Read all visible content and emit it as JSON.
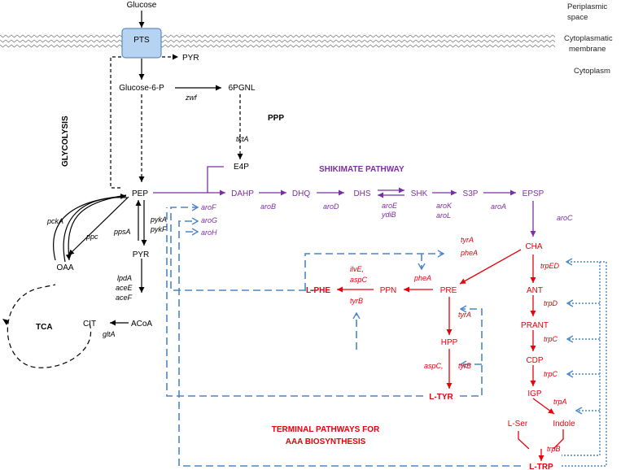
{
  "regions": {
    "periplasm": [
      "Periplasmic",
      "space"
    ],
    "membrane": [
      "Cytoplasmatic",
      "membrane"
    ],
    "cytoplasm": "Cytoplasm"
  },
  "sections": {
    "glycolysis": "GLYCOLYSIS",
    "ppp": "PPP",
    "shikimate": "SHIKIMATE PATHWAY",
    "tca": "TCA",
    "terminal": [
      "TERMINAL PATHWAYS FOR",
      "AAA BIOSYNTHESIS"
    ]
  },
  "metabolites": {
    "glucose": "Glucose",
    "pts": "PTS",
    "pyr_top": "PYR",
    "g6p": "Glucose-6-P",
    "pgnl": "6PGNL",
    "e4p": "E4P",
    "pep": "PEP",
    "pyr": "PYR",
    "acoa": "ACoA",
    "cit": "CIT",
    "oaa": "OAA",
    "dahp": "DAHP",
    "dhq": "DHQ",
    "dhs": "DHS",
    "shk": "SHK",
    "s3p": "S3P",
    "epsp": "EPSP",
    "cha": "CHA",
    "pre": "PRE",
    "ppn": "PPN",
    "lphe": "L-PHE",
    "hpp": "HPP",
    "ltyr": "L-TYR",
    "ant": "ANT",
    "prant": "PRANT",
    "cdp": "CDP",
    "igp": "IGP",
    "indole": "Indole",
    "lser": "L-Ser",
    "ltrp": "L-TRP"
  },
  "genes": {
    "zwf": "zwf",
    "tkta": "tktA",
    "pcka": "pckA",
    "ppc": "ppc",
    "ppsa": "ppsA",
    "pyka": "pykA",
    "pykf": "pykF",
    "lpda": "lpdA",
    "acee": "aceE",
    "acef": "aceF",
    "glta": "gltA",
    "arof": "aroF",
    "arog": "aroG",
    "aroh": "aroH",
    "arob": "aroB",
    "arod": "aroD",
    "aroe": "aroE",
    "ydib": "ydiB",
    "arok": "aroK",
    "arol": "aroL",
    "aroa": "aroA",
    "aroc": "aroC",
    "tyra_top": "tyrA",
    "phea_top": "pheA",
    "phea": "pheA",
    "ilve": "ilvE,",
    "aspc": "aspC",
    "tyrb": "tyrB",
    "tyra": "tyrA",
    "aspc2": "aspC,",
    "tyrb2": "tyrB",
    "trped": "trpED",
    "trpd": "trpD",
    "trpc1": "trpC",
    "trpc2": "trpC",
    "trpa": "trpA",
    "trpb": "trpB"
  },
  "colors": {
    "glycolysis": "#000000",
    "shikimate": "#7b2fa4",
    "terminal": "#e8000b",
    "feedback": "#4a86c8",
    "pts_fill": "#b7d3f2"
  }
}
